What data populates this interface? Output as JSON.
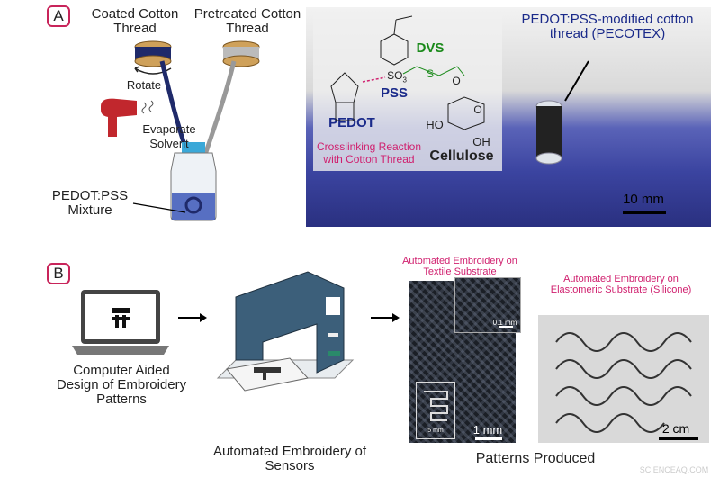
{
  "panel_a": {
    "label": "A",
    "coated_thread": "Coated Cotton Thread",
    "pretreated_thread": "Pretreated Cotton Thread",
    "rotate": "Rotate",
    "evaporate": "Evaporate Solvent",
    "mixture": "PEDOT:PSS Mixture",
    "photo_title": "PEDOT:PSS-modified cotton thread (PECOTEX)",
    "dvs": "DVS",
    "pss": "PSS",
    "so3": "SO",
    "so3_sub": "3",
    "so2_s": "S",
    "pedot": "PEDOT",
    "ho": "HO",
    "oh": "OH",
    "o_ring": "O",
    "o_link": "O",
    "crosslink": "Crosslinking Reaction with Cotton Thread",
    "cellulose": "Cellulose",
    "scale": "10 mm"
  },
  "panel_b": {
    "label": "B",
    "cad": "Computer Aided Design of Embroidery Patterns",
    "embroidery": "Automated Embroidery of Sensors",
    "textile_title": "Automated Embroidery on Textile Substrate",
    "elastomer_title": "Automated Embroidery on Elastomeric Substrate (Silicone)",
    "inset_scale": "0.1 mm",
    "small_scale": "5 mm",
    "textile_scale": "1 mm",
    "sil_scale": "2 cm",
    "patterns": "Patterns Produced"
  },
  "watermark": "SCIENCEAQ.COM"
}
